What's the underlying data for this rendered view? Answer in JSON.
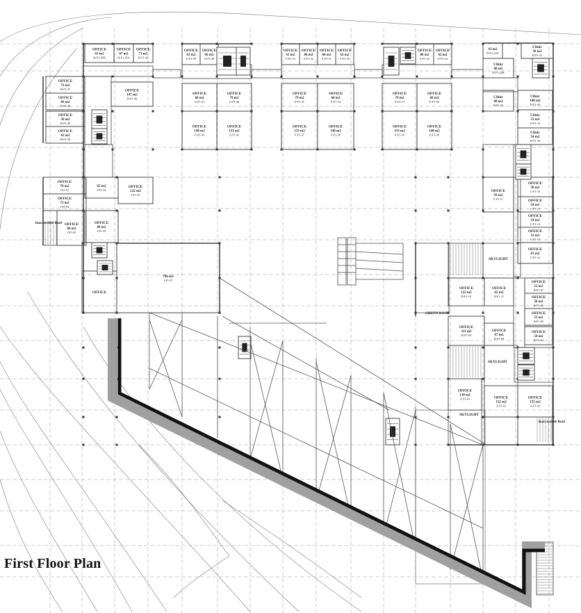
{
  "title": "First Floor Plan",
  "colors": {
    "line": "#555555",
    "grid": "#9a9a9a",
    "wall": "#111111",
    "wall_shadow": "#9a9a9a",
    "roof": "#bbbbbb"
  },
  "labels": {
    "green_roof": "GREEN ROOF",
    "skylight": "SKYLIGHT",
    "inaccessible_roof": "Inaccessible Roof"
  },
  "units": [
    {
      "id": "i1",
      "name": "OFFICE",
      "area": "63 m2",
      "code": "H-F1-45B"
    },
    {
      "id": "i2",
      "name": "OFFICE",
      "area": "67 m2",
      "code": "H-F1-45A"
    },
    {
      "id": "i3",
      "name": "OFFICE",
      "area": "71 m2",
      "code": "H-F1-44"
    },
    {
      "id": "i4",
      "name": "OFFICE",
      "area": "72 m2",
      "code": "H-F1-47"
    },
    {
      "id": "i5",
      "name": "OFFICE",
      "area": "66 m2",
      "code": "H-F1-48"
    },
    {
      "id": "i6",
      "name": "OFFICE",
      "area": "147 m2",
      "code": "H-F1-46"
    },
    {
      "id": "i7",
      "name": "OFFICE",
      "area": "50 m2",
      "code": "H-F1-49"
    },
    {
      "id": "i8",
      "name": "OFFICE",
      "area": "62 m2",
      "code": "H-F1-50"
    },
    {
      "id": "i9",
      "name": "OFFICE",
      "area": "70 m2",
      "code": "I-F1-01"
    },
    {
      "id": "i10",
      "name": "OFFICE",
      "area": "73 m2",
      "code": "I-F1-02"
    },
    {
      "id": "i11",
      "name": "",
      "area": "65 m2",
      "code": "I-F1-54"
    },
    {
      "id": "i12",
      "name": "OFFICE",
      "area": "122 m2",
      "code": "I-F1-53"
    },
    {
      "id": "i13",
      "name": "OFFICE",
      "area": "86 m2",
      "code": "I-F1-03"
    },
    {
      "id": "i14",
      "name": "OFFICE",
      "area": "86 m2",
      "code": "I-F1-55"
    },
    {
      "id": "i15",
      "name": "OFFICE",
      "area": "",
      "code": ""
    },
    {
      "id": "i16",
      "name": "",
      "area": "796 m2",
      "code": "J-F1-57"
    },
    {
      "id": "g1",
      "name": "OFFICE",
      "area": "63 m2",
      "code": "G-F1-39"
    },
    {
      "id": "g2",
      "name": "OFFICE",
      "area": "66 m2",
      "code": "G-F1-38"
    },
    {
      "id": "g3",
      "name": "OFFICE",
      "area": "68 m2",
      "code": "G-F1-41"
    },
    {
      "id": "g4",
      "name": "OFFICE",
      "area": "79 m2",
      "code": "G-F1-40"
    },
    {
      "id": "g5",
      "name": "OFFICE",
      "area": "140 m2",
      "code": "G-F1-43"
    },
    {
      "id": "g6",
      "name": "OFFICE",
      "area": "133 m2",
      "code": "G-F1-42"
    },
    {
      "id": "f1",
      "name": "OFFICE",
      "area": "61 m2",
      "code": "F-F1-33"
    },
    {
      "id": "f2",
      "name": "OFFICE",
      "area": "86 m2",
      "code": "F-F1-32"
    },
    {
      "id": "f3",
      "name": "OFFICE",
      "area": "66 m2",
      "code": "F-F1-31"
    },
    {
      "id": "f4",
      "name": "OFFICE",
      "area": "62 m2",
      "code": "F-F1-30"
    },
    {
      "id": "f5",
      "name": "OFFICE",
      "area": "79 m2",
      "code": "F-F1-35"
    },
    {
      "id": "f6",
      "name": "OFFICE",
      "area": "68 m2",
      "code": "F-F1-34"
    },
    {
      "id": "f7",
      "name": "OFFICE",
      "area": "133 m2",
      "code": "F-F1-37"
    },
    {
      "id": "f8",
      "name": "OFFICE",
      "area": "140 m2",
      "code": "F-F1-36"
    },
    {
      "id": "e1",
      "name": "OFFICE",
      "area": "86 m2",
      "code": "E-F1-25"
    },
    {
      "id": "e2",
      "name": "OFFICE",
      "area": "62 m2",
      "code": "E-F1-24"
    },
    {
      "id": "e3",
      "name": "OFFICE",
      "area": "79 m2",
      "code": "E-F1-27"
    },
    {
      "id": "e4",
      "name": "OFFICE",
      "area": "68 m2",
      "code": "E-F1-26"
    },
    {
      "id": "e5",
      "name": "OFFICE",
      "area": "133 m2",
      "code": "E-F1-29"
    },
    {
      "id": "e6",
      "name": "OFFICE",
      "area": "140 m2",
      "code": "E-F1-28"
    },
    {
      "id": "d1",
      "name": "",
      "area": "63 m2",
      "code": "D-F1-22A"
    },
    {
      "id": "d2",
      "name": "Clinic",
      "area": "58 m2",
      "code": "D-F1-21"
    },
    {
      "id": "d3",
      "name": "Clinic",
      "area": "80 m2",
      "code": "D-F1-22B"
    },
    {
      "id": "d4",
      "name": "Clinic",
      "area": "68 m2",
      "code": "D-F1-23"
    },
    {
      "id": "d5",
      "name": "Clinic",
      "area": "100 m2",
      "code": "D-F1-20"
    },
    {
      "id": "d6",
      "name": "Clinic",
      "area": "53 m2",
      "code": "D-F1-19"
    },
    {
      "id": "d7",
      "name": "Clinic",
      "area": "54 m2",
      "code": "D-F1-18"
    },
    {
      "id": "c1",
      "name": "OFFICE",
      "area": "93 m2",
      "code": "C-F1-17"
    },
    {
      "id": "c2",
      "name": "OFFICE",
      "area": "50 m2",
      "code": "C-F1-16"
    },
    {
      "id": "c3",
      "name": "OFFICE",
      "area": "54 m2",
      "code": "C-F1-15"
    },
    {
      "id": "c4",
      "name": "OFFICE",
      "area": "54 m2",
      "code": "C-F1-14"
    },
    {
      "id": "c5",
      "name": "OFFICE",
      "area": "53 m2",
      "code": "C-F1-13"
    },
    {
      "id": "c6",
      "name": "OFFICE",
      "area": "81 m2",
      "code": "C-F1-12"
    },
    {
      "id": "b1",
      "name": "OFFICE",
      "area": "52 m2",
      "code": "B-F1-07"
    },
    {
      "id": "b2",
      "name": "OFFICE",
      "area": "122 m2",
      "code": "B-F1-10"
    },
    {
      "id": "b3",
      "name": "OFFICE",
      "area": "65 m2",
      "code": "B-F1-11"
    },
    {
      "id": "b4",
      "name": "OFFICE",
      "area": "50 m2",
      "code": "B-F1-06"
    },
    {
      "id": "b5",
      "name": "OFFICE",
      "area": "53 m2",
      "code": "B-F1-05"
    },
    {
      "id": "b6",
      "name": "OFFICE",
      "area": "111 m2",
      "code": "B-F1-09"
    },
    {
      "id": "b7",
      "name": "OFFICE",
      "area": "67 m2",
      "code": "B-F1-08"
    },
    {
      "id": "b8",
      "name": "OFFICE",
      "area": "54 m2",
      "code": "B-F1-04"
    },
    {
      "id": "a1",
      "name": "OFFICE",
      "area": "130 m2",
      "code": "A-F1-01"
    },
    {
      "id": "a2",
      "name": "OFFICE",
      "area": "152 m2",
      "code": "A-F1-02"
    },
    {
      "id": "a3",
      "name": "OFFICE",
      "area": "155 m2",
      "code": "A-F1-03"
    }
  ]
}
